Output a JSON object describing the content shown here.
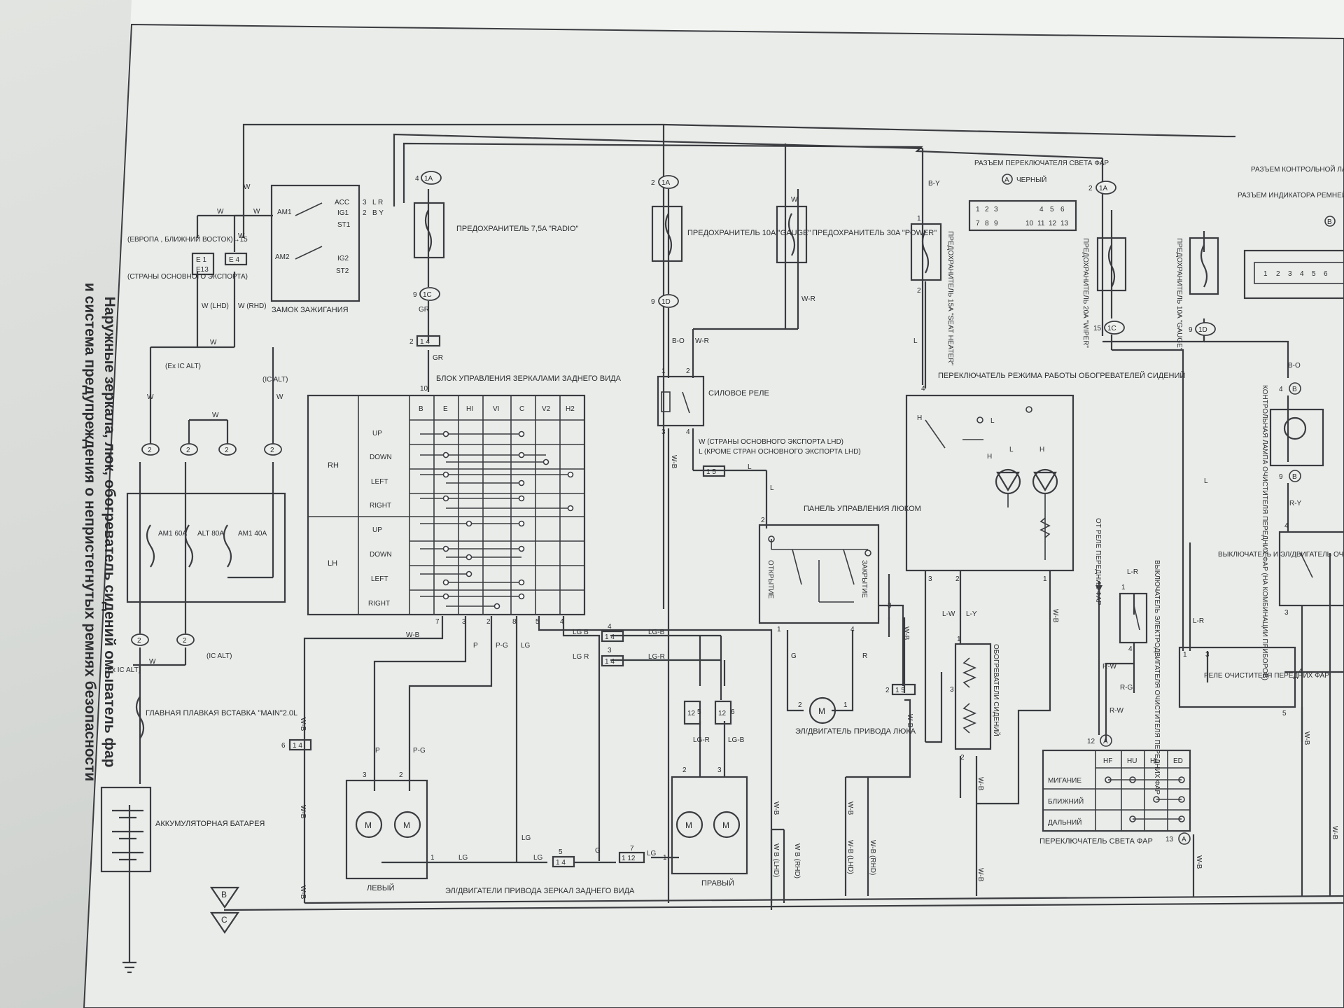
{
  "title": {
    "line1": "Наружные зеркала, люк, обогреватель сидений омыватель фар",
    "line2": "и система предупреждения о непристегнутых ремнях безопасности"
  },
  "battery": {
    "label": "АККУМУЛЯТОРНАЯ БАТАРЕЯ"
  },
  "main_fuse": {
    "label": "ГЛАВНАЯ ПЛАВКАЯ ВСТАВКА \"MAIN\"2.0L"
  },
  "fusible_links": {
    "items": [
      "AM1 60A",
      "ALT 80A",
      "AM1 40A"
    ]
  },
  "left_notes": {
    "europe": "(ЕВРОПА , БЛИЖНИЙ ВОСТОК)→15",
    "export": "(СТРАНЫ ОСНОВНОГО ЭКСПОРТА)",
    "ex_ic_alt": "(Ex IC ALT)",
    "ic_alt": "(IC ALT)",
    "ic_alt2": "(IC ALT)",
    "ex_ic_alt2": "(Ex IC ALT)"
  },
  "ignition": {
    "label": "ЗАМОК ЗАЖИГАНИЯ",
    "terminals": [
      "AM1",
      "AM2",
      "ACC",
      "IG1",
      "ST1",
      "IG2",
      "ST2"
    ]
  },
  "fuses": {
    "radio": "ПРЕДОХРАНИТЕЛЬ 7,5A \"RADIO\"",
    "gauge": "ПРЕДОХРАНИТЕЛЬ 10A \"GAUGE\"",
    "power": "ПРЕДОХРАНИТЕЛЬ 30A \"POWER\"",
    "seat_heater": "ПРЕДОХРАНИТЕЛЬ 15A \"SEAT HEATER\"",
    "wiper": "ПРЕДОХРАНИТЕЛЬ 20A \"WIPER\"",
    "gauge2": "ПРЕДОХРАНИТЕЛЬ 10A \"GAUGE\""
  },
  "mirror_block": {
    "label": "БЛОК УПРАВЛЕНИЯ ЗЕРКАЛАМИ ЗАДНЕГО ВИДА",
    "columns": [
      "B",
      "E",
      "HI",
      "VI",
      "C",
      "V2",
      "H2"
    ],
    "groups": [
      "RH",
      "LH"
    ],
    "rows": [
      "UP",
      "DOWN",
      "LEFT",
      "RIGHT",
      "UP",
      "DOWN",
      "LEFT",
      "RIGHT"
    ]
  },
  "power_relay": {
    "label": "СИЛОВОЕ РЕЛЕ",
    "note1": "W (СТРАНЫ ОСНОВНОГО ЭКСПОРТА LHD)",
    "note2": "L (КРОМЕ СТРАН ОСНОВНОГО ЭКСПОРТА LHD)"
  },
  "sunroof": {
    "panel": "ПАНЕЛЬ УПРАВЛЕНИЯ ЛЮКОМ",
    "open": "ОТКРЫТИЕ",
    "close": "ЗАКРЫТИЕ",
    "motor": "ЭЛ/ДВИГАТЕЛЬ ПРИВОДА ЛЮКА"
  },
  "mirrors": {
    "left": "ЛЕВЫЙ",
    "right": "ПРАВЫЙ",
    "caption": "ЭЛ/ДВИГАТЕЛИ ПРИВОДА ЗЕРКАЛ ЗАДНЕГО ВИДА"
  },
  "seat_heater": {
    "switch": "ПЕРЕКЛЮЧАТЕЛЬ РЕЖИМА РАБОТЫ ОБОГРЕВАТЕЛЕЙ СИДЕНИЙ",
    "heaters": "ОБОГРЕВАТЕЛИ СИДЕНИЙ"
  },
  "headlight_connector": {
    "label": "РАЗЪЕМ ПЕРЕКЛЮЧАТЕЛЯ СВЕТА ФАР",
    "color": "ЧЕРНЫЙ",
    "pins": [
      "1",
      "2",
      "3",
      "4",
      "5",
      "6",
      "7",
      "8",
      "9",
      "10",
      "11",
      "12",
      "13"
    ]
  },
  "headlight_switch": {
    "label": "ПЕРЕКЛЮЧАТЕЛЬ СВЕТА ФАР",
    "columns": [
      "HF",
      "HU",
      "HL",
      "ED"
    ],
    "rows": [
      "МИГАНИЕ",
      "БЛИЖНИЙ",
      "ДАЛЬНИЙ"
    ]
  },
  "right_side": {
    "lamp_connector": "РАЗЪЕМ КОНТРОЛЬНОЙ ЛАМП ПЕРЕДНИХ ФАР (КОМБ",
    "belt_connector": "РАЗЪЕМ ИНДИКАТОРА РЕМНЕЙ БЕЗОПАСНОСТИ (КО",
    "pins": [
      "1",
      "2",
      "3",
      "4",
      "5",
      "6"
    ],
    "washer_relay": "РЕЛЕ ОЧИСТИТЕЛЯ ПЕРЕДНИХ ФАР",
    "washer_switch": "ВЫКЛЮЧАТЕЛЬ ЭЛЕКТРОДВИГАТЕЛЯ ОЧИСТИТЕЛЯ ПЕРЕДНИХ ФАР",
    "washer_switch_label": "ВЫКЛЮЧАТЕЛЬ И ЭЛ/ДВИГАТЕЛЬ ОЧИСТИТЕЛЯ ПЕРЕДНИХ ФАР",
    "lamp_label": "КОНТРОЛЬНАЯ ЛАМПА ОЧИСТИТЕЛЯ ПЕРЕДНИХ ФАР (НА КОМБИНАЦИИ ПРИБОРОВ)",
    "from_relay": "ОТ РЕЛЕ ПЕРЕДНИХ ФАР"
  },
  "ground": {
    "b": "B",
    "c": "C"
  },
  "wire_codes": {
    "w": "W",
    "w_lhd": "W (LHD)",
    "w_rhd": "W (RHD)",
    "gr": "GR",
    "bo": "B-O",
    "wr": "W-R",
    "wb": "W-B",
    "wb_lhd": "W B (LHD)",
    "wb_rhd": "W B (RHD)",
    "wb_lhd2": "W-B (LHD)",
    "wb_rhd2": "W-B (RHD)",
    "lgb": "LG B",
    "lgr": "LG R",
    "lgb2": "LG-B",
    "lgr2": "LG-R",
    "p": "P",
    "pg": "P-G",
    "lg": "LG",
    "by": "B-Y",
    "l": "L",
    "lw": "L-W",
    "ly": "L-Y",
    "g": "G",
    "r": "R",
    "ry": "R-Y",
    "lr": "L-R",
    "rw": "R-W",
    "rg": "R-G",
    "b": "B"
  }
}
